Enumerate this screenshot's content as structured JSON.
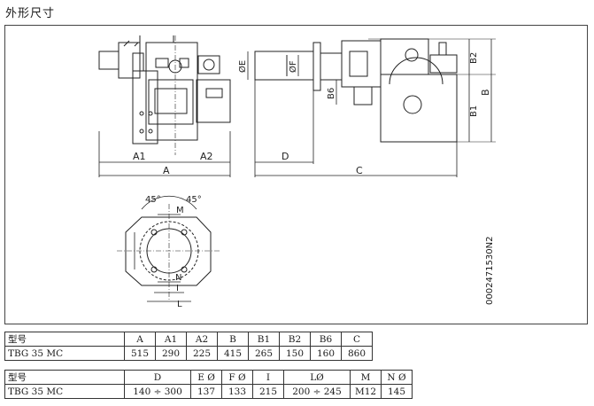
{
  "page_title": "外形尺寸",
  "drawing_code": "0002471530N2",
  "dim_labels": {
    "A1": "A1",
    "A2": "A2",
    "A": "A",
    "D": "D",
    "C": "C",
    "E": "ØE",
    "F": "ØF",
    "B6": "B6",
    "B1": "B1",
    "B2": "B2",
    "B": "B",
    "angle1": "45°",
    "angle2": "45°",
    "M": "M",
    "N": "N",
    "I": "I",
    "L": "L"
  },
  "table1": {
    "headers": [
      "型号",
      "A",
      "A1",
      "A2",
      "B",
      "B1",
      "B2",
      "B6",
      "C"
    ],
    "row": [
      "TBG 35 MC",
      "515",
      "290",
      "225",
      "415",
      "265",
      "150",
      "160",
      "860"
    ]
  },
  "table2": {
    "headers": [
      "型号",
      "D",
      "E Ø",
      "F Ø",
      "I",
      "LØ",
      "M",
      "N Ø"
    ],
    "row": [
      "TBG 35 MC",
      "140 ÷ 300",
      "137",
      "133",
      "215",
      "200 ÷ 245",
      "M12",
      "145"
    ]
  }
}
